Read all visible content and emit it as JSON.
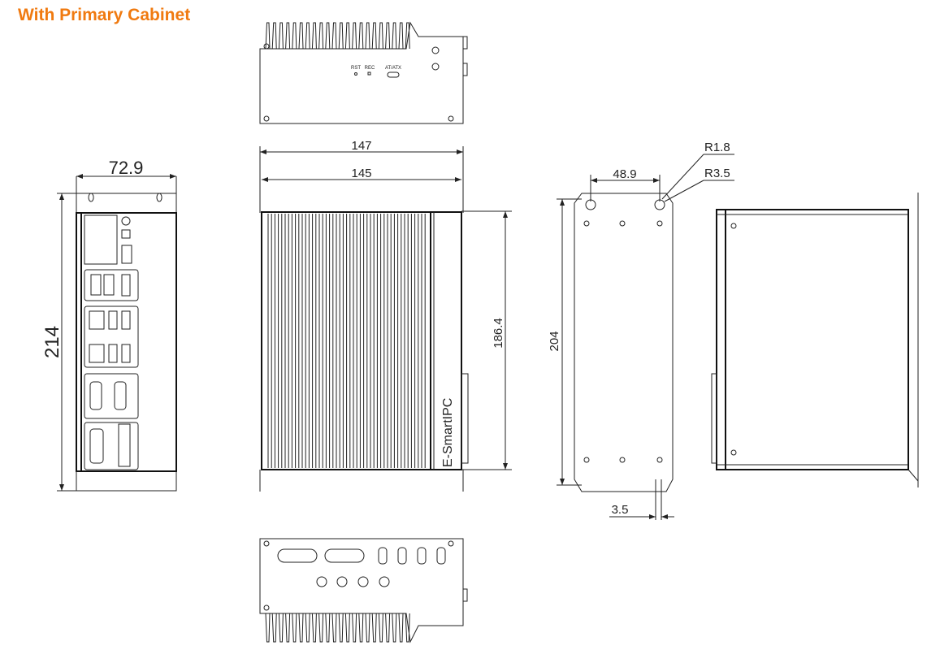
{
  "title": "With Primary Cabinet",
  "colors": {
    "title": "#F07A10",
    "line": "#222222"
  },
  "top_view": {
    "labels": [
      "RST",
      "REC",
      "AT/ATX"
    ]
  },
  "front_view": {
    "brand": "E-SmartIPC"
  },
  "dimensions": {
    "overall_length": "147",
    "body_length": "145",
    "body_height": "186.4",
    "side_width": "72.9",
    "side_height": "214",
    "bracket_hole_spacing": "48.9",
    "bracket_height": "204",
    "slot_radius_small": "R1.8",
    "slot_radius_large": "R3.5",
    "slot_offset": "3.5"
  }
}
